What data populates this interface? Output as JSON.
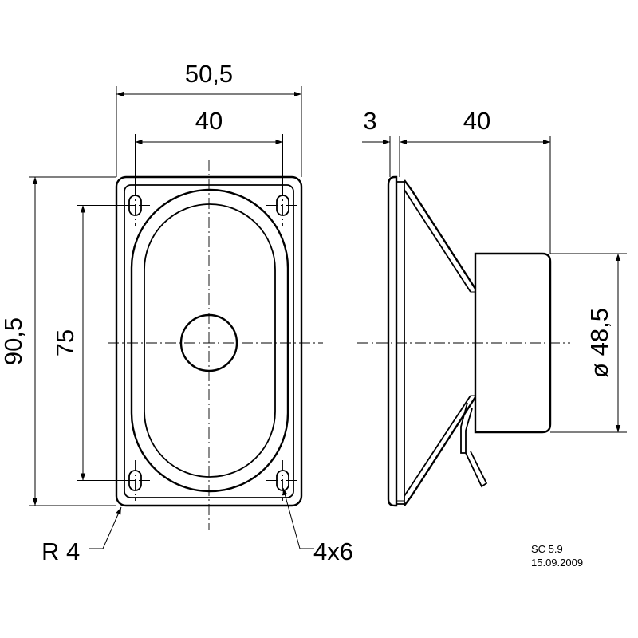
{
  "dimensions": {
    "front_width_outer": "50,5",
    "front_width_holes": "40",
    "front_height_outer": "90,5",
    "front_height_holes": "75",
    "side_flange": "3",
    "side_depth": "40",
    "side_diameter": "ø 48,5"
  },
  "notes": {
    "radius": "R 4",
    "holes": "4x6"
  },
  "title_block": {
    "model": "SC 5.9",
    "date": "15.09.2009"
  }
}
